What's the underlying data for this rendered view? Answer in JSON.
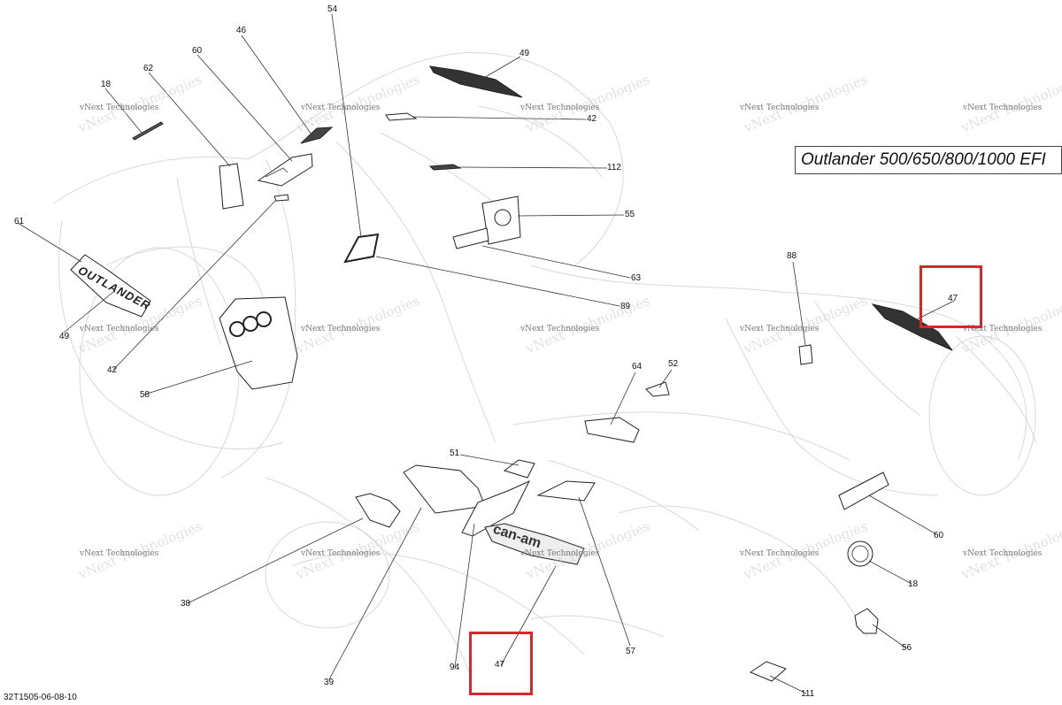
{
  "diagram": {
    "title": "Outlander 500/650/800/1000 EFI",
    "code": "32T1505-06-08-10",
    "watermark_text": "vNext Technologies",
    "highlight_color": "#d62828",
    "callouts": [
      {
        "id": "c54",
        "label": "54"
      },
      {
        "id": "c46",
        "label": "46"
      },
      {
        "id": "c60a",
        "label": "60"
      },
      {
        "id": "c62",
        "label": "62"
      },
      {
        "id": "c18a",
        "label": "18"
      },
      {
        "id": "c49a",
        "label": "49"
      },
      {
        "id": "c42a",
        "label": "42"
      },
      {
        "id": "c112",
        "label": "112"
      },
      {
        "id": "c55",
        "label": "55"
      },
      {
        "id": "c61",
        "label": "61"
      },
      {
        "id": "c63",
        "label": "63"
      },
      {
        "id": "c89",
        "label": "89"
      },
      {
        "id": "c49b",
        "label": "49"
      },
      {
        "id": "c42b",
        "label": "42"
      },
      {
        "id": "c58",
        "label": "58"
      },
      {
        "id": "c88",
        "label": "88"
      },
      {
        "id": "c47a",
        "label": "47"
      },
      {
        "id": "c64",
        "label": "64"
      },
      {
        "id": "c52",
        "label": "52"
      },
      {
        "id": "c51",
        "label": "51"
      },
      {
        "id": "c60b",
        "label": "60"
      },
      {
        "id": "c18b",
        "label": "18"
      },
      {
        "id": "c38",
        "label": "38"
      },
      {
        "id": "c56",
        "label": "56"
      },
      {
        "id": "c57",
        "label": "57"
      },
      {
        "id": "c39",
        "label": "39"
      },
      {
        "id": "c94",
        "label": "94"
      },
      {
        "id": "c47b",
        "label": "47"
      },
      {
        "id": "c111",
        "label": "111"
      }
    ],
    "decal_texts": {
      "outlander": "OUTLANDER",
      "canam": "can-am"
    }
  }
}
